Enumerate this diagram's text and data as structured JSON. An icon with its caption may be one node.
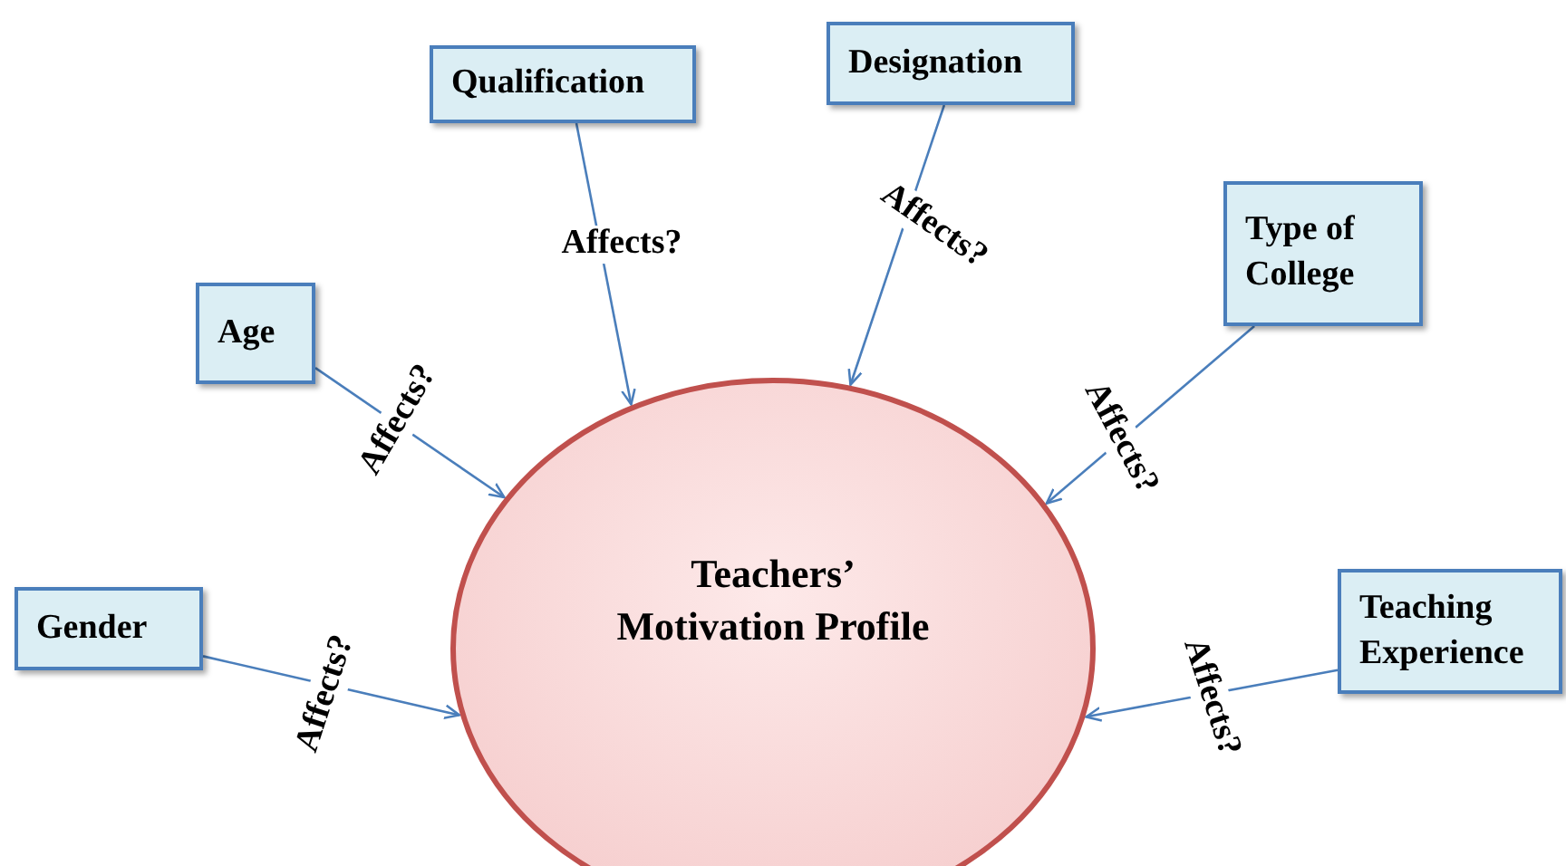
{
  "diagram": {
    "nodes": [
      {
        "text": [
          "Qualification"
        ]
      },
      {
        "text": [
          "Designation"
        ]
      },
      {
        "text": [
          "Type of College"
        ]
      },
      {
        "text": [
          "Age"
        ]
      },
      {
        "text": [
          "Gender"
        ]
      },
      {
        "text": [
          "Teaching Experience"
        ]
      },
      {
        "text": [
          "Teachers’ Motivation Profile"
        ]
      }
    ],
    "edges": [
      {
        "from": 0,
        "to": 6,
        "arrow": "to",
        "label": "Affects?"
      },
      {
        "from": 1,
        "to": 6,
        "arrow": "to",
        "label": "Affects?"
      },
      {
        "from": 2,
        "to": 6,
        "arrow": "to",
        "label": "Affects?"
      },
      {
        "from": 3,
        "to": 6,
        "arrow": "to",
        "label": "Affects?"
      },
      {
        "from": 4,
        "to": 6,
        "arrow": "to",
        "label": "Affects?"
      },
      {
        "from": 5,
        "to": 6,
        "arrow": "to",
        "label": "Affects?"
      }
    ]
  }
}
